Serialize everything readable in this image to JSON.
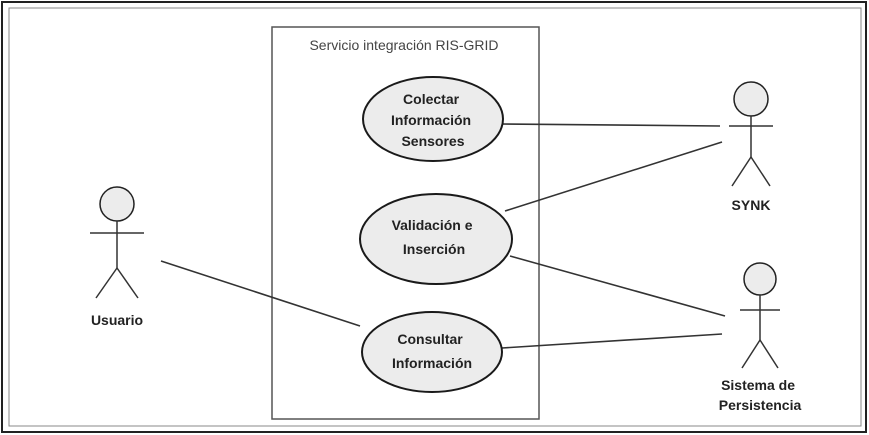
{
  "diagram": {
    "system": {
      "title": "Servicio integración RIS-GRID"
    },
    "use_cases": [
      {
        "id": "colectar",
        "lines": [
          "Colectar",
          "Información",
          "Sensores"
        ]
      },
      {
        "id": "validacion",
        "lines": [
          "Validación e",
          "Inserción"
        ]
      },
      {
        "id": "consultar",
        "lines": [
          "Consultar",
          "Información"
        ]
      }
    ],
    "actors": [
      {
        "id": "usuario",
        "lines": [
          "Usuario"
        ]
      },
      {
        "id": "synk",
        "lines": [
          "SYNK"
        ]
      },
      {
        "id": "persistencia",
        "lines": [
          "Sistema de",
          "Persistencia"
        ]
      }
    ],
    "associations": [
      {
        "from": "synk",
        "to": "colectar"
      },
      {
        "from": "synk",
        "to": "validacion"
      },
      {
        "from": "persistencia",
        "to": "validacion"
      },
      {
        "from": "persistencia",
        "to": "consultar"
      },
      {
        "from": "usuario",
        "to": "consultar"
      }
    ]
  }
}
